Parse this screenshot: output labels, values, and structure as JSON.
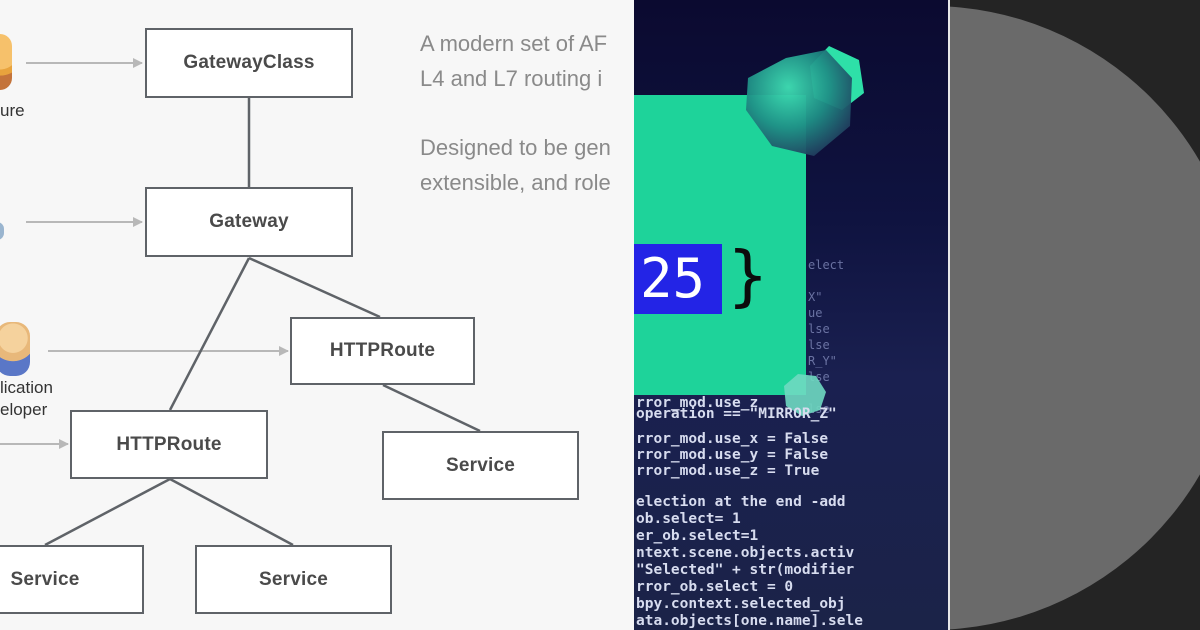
{
  "diagram": {
    "nodes": {
      "gateway_class": "GatewayClass",
      "gateway": "Gateway",
      "httproute_upper": "HTTPRoute",
      "httproute_lower": "HTTPRoute",
      "service_right": "Service",
      "service_bottom_left": "Service",
      "service_bottom_mid": "Service"
    },
    "personas": {
      "infra_line1": "ure",
      "app_line1": "lication",
      "app_line2": "eloper"
    },
    "description": {
      "line1": "A modern set of AF",
      "line2": "L4 and L7 routing i",
      "line3": "Designed to be gen",
      "line4": "extensible, and role"
    }
  },
  "code_image": {
    "number": "25",
    "brace": "}",
    "lines": [
      "rror_mod.use_z",
      "operation == \"MIRROR_Z\"",
      "rror_mod.use_x = False",
      "rror_mod.use_y = False",
      "rror_mod.use_z = True",
      "election at the end -add",
      " ob.select= 1",
      "er_ob.select=1",
      "ntext.scene.objects.activ",
      "\"Selected\" + str(modifier",
      "rror_ob.select = 0",
      " bpy.context.selected_obj",
      "ata.objects[one.name].sele"
    ],
    "faint_lines": [
      "elect",
      "X\"",
      "ue",
      "lse",
      "lse",
      "R_Y\"",
      "lse",
      "lse"
    ]
  },
  "colors": {
    "diagram_bg": "#f7f7f7",
    "node_border": "#5f6368",
    "arrow": "#b8b8b8",
    "accent_green": "#1ed39a",
    "code_blue": "#2324e6",
    "dark_bg": "#242424",
    "circle_gray": "#6a6a6a"
  }
}
